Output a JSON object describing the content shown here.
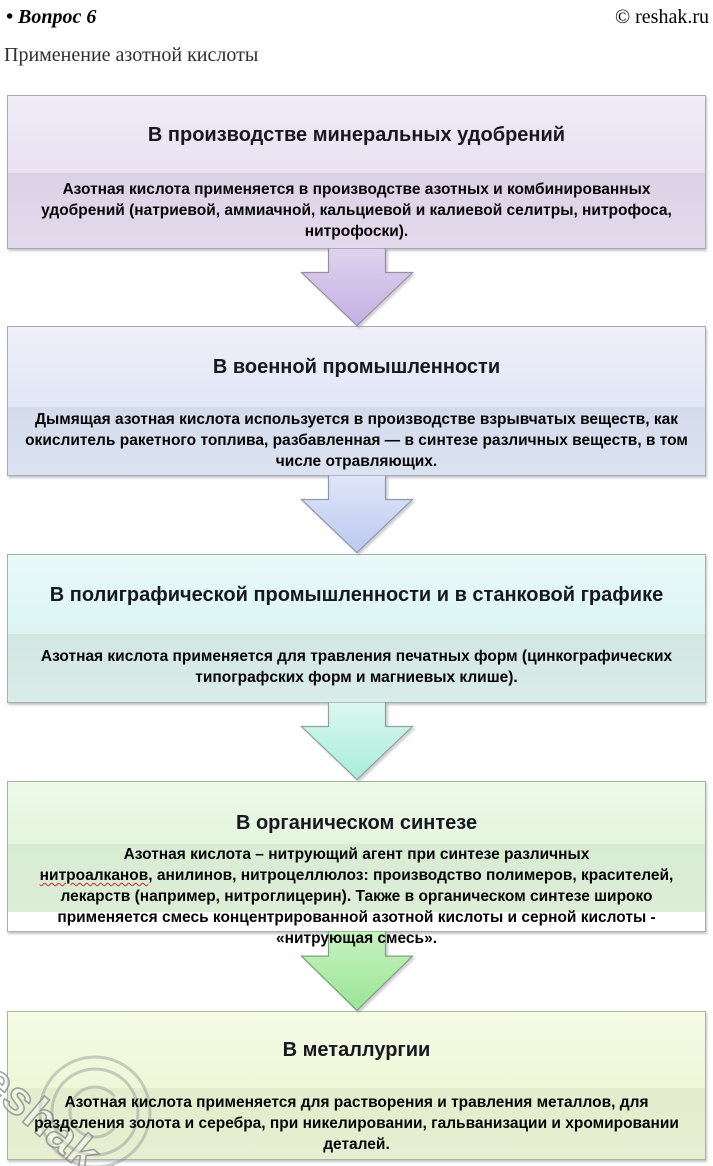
{
  "header": {
    "question_label": "• Вопрос 6",
    "copyright": "© reshak.ru"
  },
  "subtitle": "Применение азотной кислоты",
  "watermark": {
    "text": "reshak.ru"
  },
  "diagram": {
    "type": "vertical-flow-smartart",
    "boxes": [
      {
        "id": "fertilizers",
        "title": "В производстве минеральных удобрений",
        "body": "Азотная кислота применяется в производстве азотных и комбинированных удобрений (натриевой, аммиачной, кальциевой и калиевой селитры, нитрофоса, нитрофоски).",
        "accent_color": "#c5afe3"
      },
      {
        "id": "military",
        "title": "В военной промышленности",
        "body": "Дымящая азотная кислота используется в производстве взрывчатых веществ, как окислитель ракетного топлива, разбавленная — в синтезе различных веществ, в том числе отравляющих.",
        "accent_color": "#bccaf1"
      },
      {
        "id": "printing",
        "title": "В полиграфической промышленности и в станковой графике",
        "body": "Азотная кислота применяется для травления печатных форм (цинкографических типографских форм и магниевых клише).",
        "accent_color": "#a9ecdb"
      },
      {
        "id": "organic-synthesis",
        "title": "В органическом синтезе",
        "body_line1": "Азотная кислота – нитрующий агент при синтезе различных",
        "body_misspelled_word": "нитроалканов",
        "body_rest": ", анилинов, нитроцеллюлоз: производство полимеров, красителей, лекарств (например, нитроглицерин). Также в органическом синтезе широко применяется смесь концентрированной азотной кислоты и серной кислоты - «нитрующая смесь».",
        "accent_color": "#99e595"
      },
      {
        "id": "metallurgy",
        "title": "В металлургии",
        "body": "Азотная кислота применяется для растворения и травления металлов, для разделения золота и серебра, при никелировании, гальванизации и хромировании деталей.",
        "accent_color": "#eff7d8"
      }
    ]
  }
}
